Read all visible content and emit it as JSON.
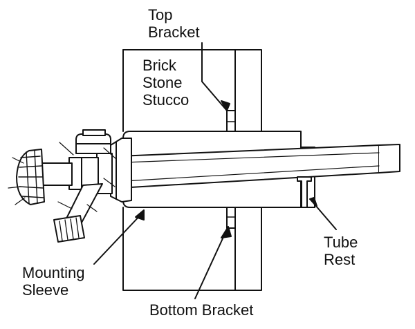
{
  "labels": {
    "top_bracket": [
      "Top",
      "Bracket"
    ],
    "wall_material": [
      "Brick",
      "Stone",
      "Stucco"
    ],
    "tube_rest": [
      "Tube",
      "Rest"
    ],
    "mounting_sleeve": [
      "Mounting",
      "Sleeve"
    ],
    "bottom_bracket": "Bottom Bracket"
  },
  "colors": {
    "line": "#111111",
    "background": "#ffffff"
  }
}
